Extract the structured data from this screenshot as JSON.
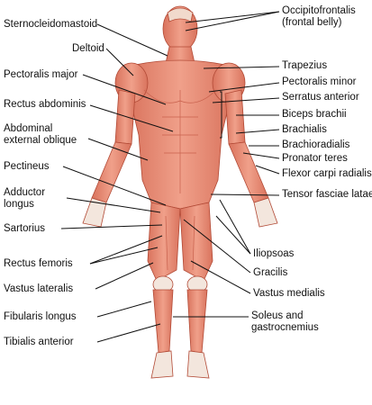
{
  "labels_left": {
    "sternocleidomastoid": "Sternocleidomastoid",
    "deltoid": "Deltoid",
    "pectoralis_major": "Pectoralis major",
    "rectus_abdominis": "Rectus abdominis",
    "abdominal_external_oblique_1": "Abdominal",
    "abdominal_external_oblique_2": "external oblique",
    "pectineus": "Pectineus",
    "adductor_longus_1": "Adductor",
    "adductor_longus_2": "longus",
    "sartorius": "Sartorius",
    "rectus_femoris": "Rectus femoris",
    "vastus_lateralis": "Vastus lateralis",
    "fibularis_longus": "Fibularis longus",
    "tibialis_anterior": "Tibialis anterior"
  },
  "labels_right": {
    "occipitofrontalis_1": "Occipitofrontalis",
    "occipitofrontalis_2": "(frontal belly)",
    "trapezius": "Trapezius",
    "pectoralis_minor": "Pectoralis minor",
    "serratus_anterior": "Serratus anterior",
    "biceps_brachii": "Biceps brachii",
    "brachialis": "Brachialis",
    "brachioradialis": "Brachioradialis",
    "pronator_teres": "Pronator teres",
    "flexor_carpi_radialis": "Flexor carpi radialis",
    "tensor_fasciae_latae": "Tensor fasciae latae",
    "iliopsoas": "Iliopsoas",
    "gracilis": "Gracilis",
    "vastus_medialis": "Vastus medialis",
    "soleus_gastrocnemius_1": "Soleus and",
    "soleus_gastrocnemius_2": "gastrocnemius"
  },
  "colors": {
    "muscle": "#e8907a",
    "muscle_dark": "#c8604c",
    "tendon": "#f3e6dd",
    "outline": "#b24a36",
    "leader_line": "#111111"
  }
}
